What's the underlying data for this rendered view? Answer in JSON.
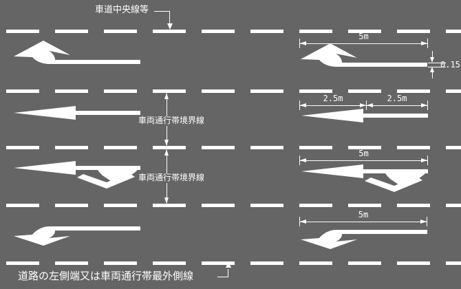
{
  "diagram": {
    "background_color": "#656565",
    "line_color": "#ffffff",
    "road_lines": {
      "count": 5,
      "style": "dashed-white"
    },
    "callouts": {
      "top": "車道中央線等",
      "bottom": "道路の左側端又は車両通行帯最外側線"
    },
    "lane_boundary_labels": [
      "車両通行帯境界線",
      "車両通行帯境界線"
    ],
    "dimensions": {
      "row1_length": "5m",
      "row1_line_width": "0.15",
      "row2_first": "2.5m",
      "row2_second": "2.5m",
      "row3_length": "5m",
      "row4_length": "5m"
    },
    "arrow_glyphs": [
      "curve-up-lane-change-arrow",
      "straight-left-arrow",
      "straight-left-arrow-with-down-branch",
      "curve-down-lane-change-arrow"
    ]
  }
}
